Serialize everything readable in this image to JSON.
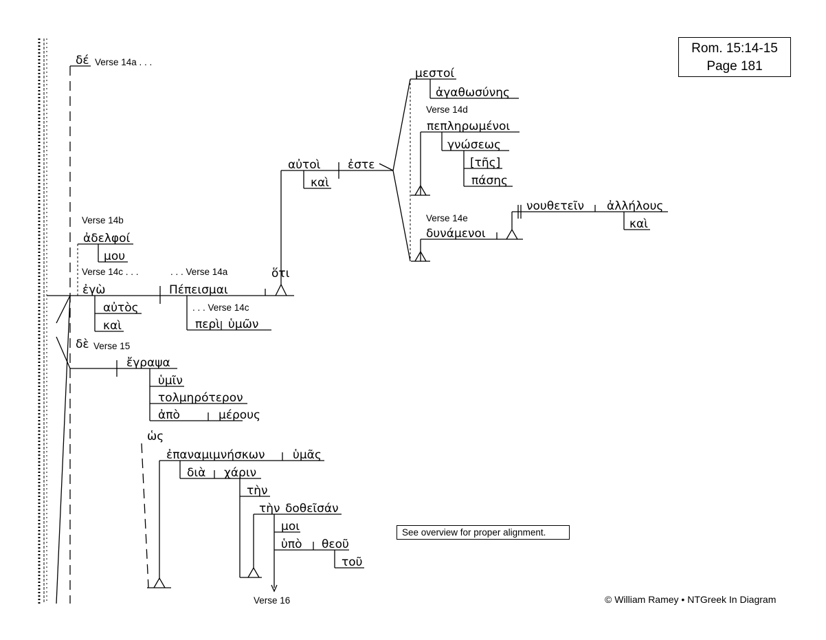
{
  "header": {
    "reference": "Rom. 15:14-15",
    "page": "Page 181"
  },
  "colors": {
    "verb": "#e0202a",
    "participle": "#2233cc",
    "infinitive": "#c01878",
    "text": "#000000"
  },
  "labels": {
    "v14a_top": "Verse 14a . . .",
    "v14b": "Verse 14b",
    "v14c": "Verse 14c . . .",
    "v14a_main": ". . . Verse 14a",
    "v14c_peri": ". . . Verse 14c",
    "v14d": "Verse 14d",
    "v14e": "Verse 14e",
    "v15": "Verse 15",
    "v16": "Verse 16"
  },
  "words": {
    "de_top": "δέ",
    "adelphoi": "ἀδελφοί",
    "mou": "μου",
    "ego": "ἐγὼ",
    "autos": "αὐτὸς",
    "kai_autos": "καὶ",
    "pepeismai": "Πέπεισμαι",
    "peri": "περὶ",
    "hymon": "ὑμῶν",
    "hoti": "ὅτι",
    "autoi": "αὐτοὶ",
    "kai_autoi": "καὶ",
    "este": "ἐστε",
    "mestoi": "μεστοί",
    "agathosynes": "ἀγαθωσύνης",
    "peplEromenoi": "πεπληρωμένοι",
    "gnoseos": "γνώσεως",
    "tes": "[τῆς]",
    "pases": "πάσης",
    "dynamenoi": "δυνάμενοι",
    "nouthetein": "νουθετεῖν",
    "allelous": "ἀλλήλους",
    "kai_allelous": "καὶ",
    "de_15": "δὲ",
    "egrapsa": "ἔγραψα",
    "hymin": "ὑμῖν",
    "tolmeroteron": "τολμηρότερον",
    "apo": "ἀπὸ",
    "merous": "μέρους",
    "hos": "ὡς",
    "epanamimneskon": "ἐπαναμιμνήσκων",
    "hymas": "ὑμᾶς",
    "dia": "διὰ",
    "charin": "χάριν",
    "ten": "τὴν",
    "ten2": "τὴν",
    "dotheisan": "δοθεῖσάν",
    "moi": "μοι",
    "hypo": "ὑπὸ",
    "theou": "θεοῦ",
    "tou": "τοῦ"
  },
  "note": "See overview for proper alignment.",
  "copyright": "© William Ramey • NTGreek In Diagram"
}
